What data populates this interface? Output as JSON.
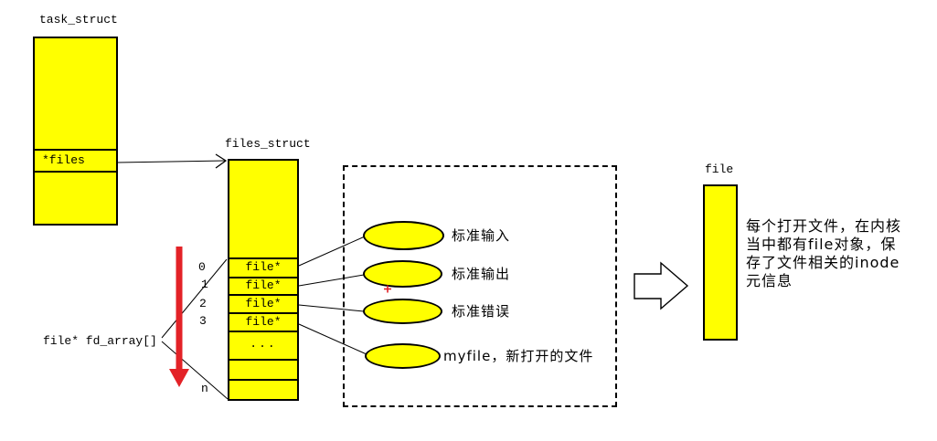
{
  "task": {
    "title": "task_struct",
    "field": "*files"
  },
  "files": {
    "title": "files_struct",
    "rows": [
      "file*",
      "file*",
      "file*",
      "file*"
    ],
    "dots": "...",
    "indices": [
      "0",
      "1",
      "2",
      "3"
    ],
    "n": "n"
  },
  "fd_array": "file* fd_array[]",
  "targets": [
    "标准输入",
    "标准输出",
    "标准错误",
    "myfile，新打开的文件"
  ],
  "file": {
    "title": "file"
  },
  "note": [
    "每个打开文件，在内核",
    "当中都有file对象，保",
    "存了文件相关的inode",
    "元信息"
  ],
  "colors": {
    "box_fill": "#ffff00",
    "stroke": "#000000",
    "red_arrow": "#e32227",
    "background": "#ffffff"
  }
}
